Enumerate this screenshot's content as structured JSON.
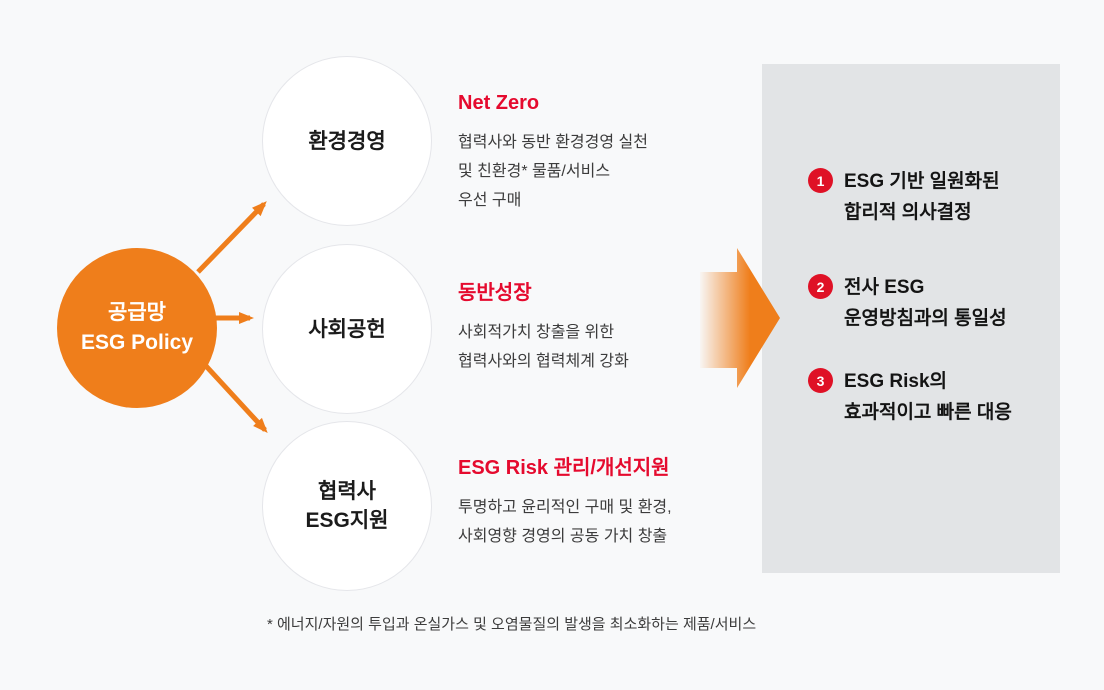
{
  "colors": {
    "background": "#F8F9FA",
    "accent_orange": "#EF7E1B",
    "accent_red": "#E50A2E",
    "badge_red": "#DF1126",
    "panel_gray": "#E2E4E6",
    "circle_white": "#FFFFFF",
    "text_dark": "#1B1B1B",
    "text_body": "#3C3C3C"
  },
  "hub": {
    "lines": [
      "공급망",
      "ESG Policy"
    ]
  },
  "branches": [
    {
      "circle_lines": [
        "환경경영"
      ],
      "title": "Net Zero",
      "desc_lines": [
        "협력사와 동반 환경경영 실천",
        "및 친환경* 물품/서비스",
        "우선 구매"
      ]
    },
    {
      "circle_lines": [
        "사회공헌"
      ],
      "title": "동반성장",
      "desc_lines": [
        "사회적가치 창출을 위한",
        "협력사와의 협력체계 강화"
      ]
    },
    {
      "circle_lines": [
        "협력사",
        "ESG지원"
      ],
      "title": "ESG Risk 관리/개선지원",
      "desc_lines": [
        "투명하고 윤리적인 구매 및 환경,",
        "사회영향 경영의 공동 가치 창출"
      ]
    }
  ],
  "outcomes": [
    {
      "number": "1",
      "lines": [
        "ESG 기반 일원화된",
        "합리적 의사결정"
      ]
    },
    {
      "number": "2",
      "lines": [
        "전사 ESG",
        "운영방침과의 통일성"
      ]
    },
    {
      "number": "3",
      "lines": [
        "ESG Risk의",
        "효과적이고 빠른 대응"
      ]
    }
  ],
  "footnote": "* 에너지/자원의 투입과 온실가스 및 오염물질의 발생을 최소화하는 제품/서비스"
}
